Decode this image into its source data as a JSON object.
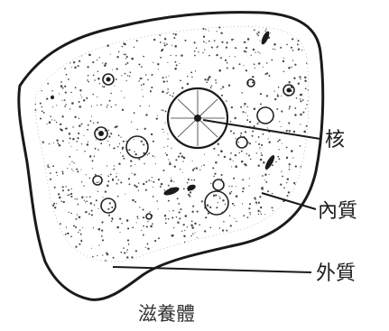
{
  "diagram": {
    "labels": {
      "nucleus": "核",
      "endoplasm": "內質",
      "ectoplasm": "外質"
    },
    "caption": "滋養體"
  }
}
